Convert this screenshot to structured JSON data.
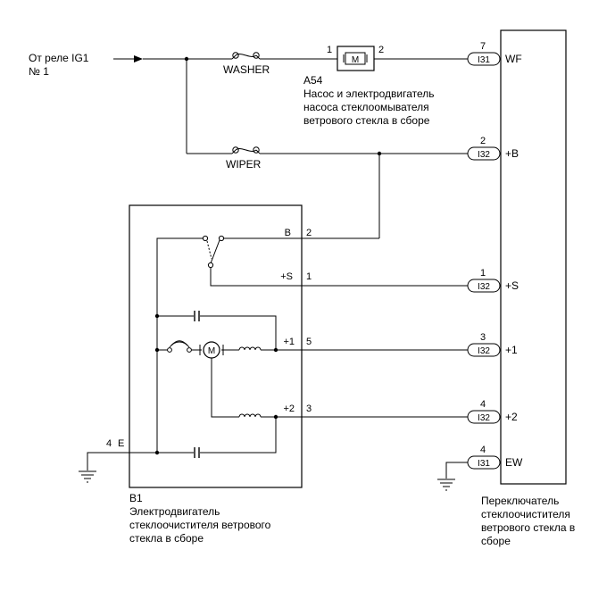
{
  "source": {
    "line1": "От реле IG1",
    "line2": "№ 1"
  },
  "fuses": {
    "washer": "WASHER",
    "wiper": "WIPER"
  },
  "pump": {
    "code": "A54",
    "pin_left": "1",
    "pin_right": "2",
    "motor_symbol": "M",
    "desc": [
      "Насос и электродвигатель",
      "насоса стеклоомывателя",
      "ветрового стекла в сборе"
    ]
  },
  "motor": {
    "code": "B1",
    "motor_symbol": "M",
    "desc": [
      "Электродвигатель",
      "стеклоочистителя ветрового",
      "стекла в сборе"
    ],
    "terminals": [
      {
        "name": "B",
        "pin": "2"
      },
      {
        "name": "+S",
        "pin": "1"
      },
      {
        "name": "+1",
        "pin": "5"
      },
      {
        "name": "+2",
        "pin": "3"
      },
      {
        "name": "E",
        "pin": "4"
      }
    ]
  },
  "switch": {
    "desc": [
      "Переключатель",
      "стеклоочистителя",
      "ветрового стекла в",
      "сборе"
    ],
    "terminals": [
      {
        "pin": "7",
        "connector": "I31",
        "name": "WF"
      },
      {
        "pin": "2",
        "connector": "I32",
        "name": "+B"
      },
      {
        "pin": "1",
        "connector": "I32",
        "name": "+S"
      },
      {
        "pin": "3",
        "connector": "I32",
        "name": "+1"
      },
      {
        "pin": "4",
        "connector": "I32",
        "name": "+2"
      },
      {
        "pin": "4",
        "connector": "I31",
        "name": "EW"
      }
    ]
  }
}
